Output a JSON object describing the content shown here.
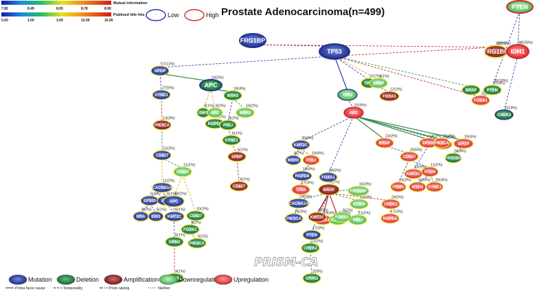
{
  "title": "Prostate Adenocarcinoma(n=499)",
  "watermark": "PRISM-CA",
  "colors": {
    "mutation": "#1c2f8c",
    "deletion": "#1c7a3a",
    "amplification": "#8a1818",
    "downregulation": "#52c95a",
    "upregulation": "#e8242a",
    "border_yellow": "#f0e640",
    "border_blue": "#233296",
    "border_red": "#d42a2a"
  },
  "scales": [
    {
      "title": "Mutual information",
      "ticks": [
        "7.82",
        "8.49",
        "8.65",
        "8.78",
        "8.90"
      ]
    },
    {
      "title": "Publised title hits",
      "ticks": [
        "0.00",
        "1.00",
        "3.00",
        "12.00",
        "16.00"
      ]
    }
  ],
  "level_legend": {
    "low": "Low",
    "high": "High"
  },
  "node_legend": [
    {
      "label": "Mutation",
      "icon": "mutation-oval"
    },
    {
      "label": "Deletion",
      "icon": "deletion-oval"
    },
    {
      "label": "Amplification",
      "icon": "amplification-oval"
    },
    {
      "label": "Downregulation",
      "icon": "downregulation-oval"
    },
    {
      "label": "Upregulation",
      "icon": "upregulation-oval"
    }
  ],
  "line_legend": [
    {
      "label": "Prima facie cause",
      "style": "solid"
    },
    {
      "label": "Temporality",
      "style": "dashed"
    },
    {
      "label": "Prob raising",
      "style": "dashdot"
    },
    {
      "label": "Neither",
      "style": "dotted"
    }
  ],
  "nodes": [
    {
      "id": "frg1bp_top",
      "label": "FRG1BP",
      "type": "mutation",
      "border": "blue"
    },
    {
      "id": "tp53_top",
      "label": "TP53",
      "type": "mutation",
      "border": "blue"
    },
    {
      "id": "pten_top",
      "label": "PTEN",
      "type": "downregulation",
      "border": "red"
    },
    {
      "id": "frg1bp_amp",
      "label": "FRG1BP",
      "type": "amplification",
      "border": "yellow"
    },
    {
      "id": "idh1_up",
      "label": "IDH1",
      "type": "upregulation",
      "border": "red"
    },
    {
      "id": "spop_1",
      "label": "SPOP",
      "type": "mutation",
      "border": "yellow"
    },
    {
      "id": "apc_1",
      "label": "APC",
      "type": "deletion",
      "border": "blue"
    },
    {
      "id": "tp63",
      "label": "TP63",
      "type": "deletion",
      "border": "yellow"
    },
    {
      "id": "spdp",
      "label": "SPDP",
      "type": "downregulation",
      "border": "yellow"
    },
    {
      "id": "foxa1_1",
      "label": "FOXA1",
      "type": "amplification",
      "border": "yellow"
    },
    {
      "id": "braf_1",
      "label": "BRAF",
      "type": "deletion",
      "border": "yellow"
    },
    {
      "id": "pten_2",
      "label": "PTEN",
      "type": "deletion",
      "border": "yellow"
    },
    {
      "id": "foxa1_2",
      "label": "FOXA1",
      "type": "upregulation",
      "border": "yellow"
    },
    {
      "id": "chek2_1",
      "label": "CHEK2",
      "type": "deletion",
      "border": "blue"
    },
    {
      "id": "syne1_1",
      "label": "SYNE1",
      "type": "mutation",
      "border": "yellow"
    },
    {
      "id": "msh3_1",
      "label": "MSH3",
      "type": "deletion",
      "border": "yellow"
    },
    {
      "id": "idh1_del",
      "label": "IDH1",
      "type": "deletion",
      "border": "yellow"
    },
    {
      "id": "apc_down",
      "label": "APC",
      "type": "downregulation",
      "border": "yellow"
    },
    {
      "id": "rgpd8_1",
      "label": "RGPD8",
      "type": "deletion",
      "border": "yellow"
    },
    {
      "id": "msh3_2",
      "label": "MSH3",
      "type": "downregulation",
      "border": "yellow"
    },
    {
      "id": "poli_1",
      "label": "POLI",
      "type": "deletion",
      "border": "yellow"
    },
    {
      "id": "syne1_2",
      "label": "SYNE1",
      "type": "deletion",
      "border": "yellow"
    },
    {
      "id": "spdp_2",
      "label": "SPDP",
      "type": "amplification",
      "border": "yellow"
    },
    {
      "id": "cd827_1",
      "label": "CD827",
      "type": "amplification",
      "border": "yellow"
    },
    {
      "id": "tp53_2",
      "label": "TP53",
      "type": "downregulation",
      "border": "blue"
    },
    {
      "id": "pik3ca_1",
      "label": "PIK3CA",
      "type": "amplification",
      "border": "yellow"
    },
    {
      "id": "cd827_2",
      "label": "CD827",
      "type": "mutation",
      "border": "yellow"
    },
    {
      "id": "cd827_3",
      "label": "CD827",
      "type": "downregulation",
      "border": "yellow"
    },
    {
      "id": "cacna1a_1",
      "label": "CACNA1A",
      "type": "mutation",
      "border": "yellow"
    },
    {
      "id": "ep300_1",
      "label": "EP300",
      "type": "mutation",
      "border": "yellow"
    },
    {
      "id": "poli_2",
      "label": "POLI",
      "type": "mutation",
      "border": "yellow"
    },
    {
      "id": "bra",
      "label": "BRA",
      "type": "mutation",
      "border": "yellow"
    },
    {
      "id": "idh1_mut",
      "label": "IDH1",
      "type": "mutation",
      "border": "yellow"
    },
    {
      "id": "kmt2c_1",
      "label": "KMT2C",
      "type": "mutation",
      "border": "yellow"
    },
    {
      "id": "apc_2",
      "label": "APC",
      "type": "mutation",
      "border": "yellow"
    },
    {
      "id": "cd827_4",
      "label": "CD827",
      "type": "deletion",
      "border": "yellow"
    },
    {
      "id": "foxa1_3",
      "label": "FOXA1",
      "type": "deletion",
      "border": "yellow"
    },
    {
      "id": "grin3",
      "label": "GRN3",
      "type": "deletion",
      "border": "yellow"
    },
    {
      "id": "pik3ca_2",
      "label": "PIK3CA",
      "type": "deletion",
      "border": "yellow"
    },
    {
      "id": "cacna1a_2",
      "label": "CACNA1A",
      "type": "deletion",
      "border": "yellow"
    },
    {
      "id": "apc_up",
      "label": "APC",
      "type": "upregulation",
      "border": "red"
    },
    {
      "id": "kmt2c_2",
      "label": "KMT2C",
      "type": "mutation",
      "border": "yellow"
    },
    {
      "id": "msh3_3",
      "label": "MSH3",
      "type": "mutation",
      "border": "yellow"
    },
    {
      "id": "poli_3",
      "label": "POLI",
      "type": "upregulation",
      "border": "yellow"
    },
    {
      "id": "rgpd8_2",
      "label": "RGPD8",
      "type": "mutation",
      "border": "yellow"
    },
    {
      "id": "tp53_3",
      "label": "TP53",
      "type": "upregulation",
      "border": "yellow"
    },
    {
      "id": "foxa1_4",
      "label": "FOXA1",
      "type": "mutation",
      "border": "yellow"
    },
    {
      "id": "braf_up",
      "label": "BRAF",
      "type": "upregulation",
      "border": "yellow"
    },
    {
      "id": "grin2",
      "label": "GRIN2",
      "type": "upregulation",
      "border": "yellow"
    },
    {
      "id": "braf_amp",
      "label": "BRAF",
      "type": "amplification",
      "border": "yellow"
    },
    {
      "id": "frg1bp_2",
      "label": "FRG1BP",
      "type": "downregulation",
      "border": "yellow"
    },
    {
      "id": "cacna1a_3",
      "label": "CACNA1A",
      "type": "mutation",
      "border": "yellow"
    },
    {
      "id": "pik3ca_3",
      "label": "PIK3CA",
      "type": "mutation",
      "border": "yellow"
    },
    {
      "id": "cacna1a_4",
      "label": "CACNA1A",
      "type": "upregulation",
      "border": "yellow"
    },
    {
      "id": "kmt2c_3",
      "label": "KMT2C",
      "type": "downregulation",
      "border": "yellow"
    },
    {
      "id": "ep300_2",
      "label": "EP300",
      "type": "downregulation",
      "border": "yellow"
    },
    {
      "id": "poli_4",
      "label": "POLI",
      "type": "downregulation",
      "border": "yellow"
    },
    {
      "id": "chek2_2",
      "label": "CHEK2",
      "type": "upregulation",
      "border": "yellow"
    },
    {
      "id": "rgpd8_3",
      "label": "RGPD8",
      "type": "upregulation",
      "border": "yellow"
    },
    {
      "id": "pten_3",
      "label": "PTEN",
      "type": "mutation",
      "border": "yellow"
    },
    {
      "id": "chek2_3",
      "label": "CHEK2",
      "type": "deletion",
      "border": "yellow"
    },
    {
      "id": "kmt2c_4",
      "label": "KMT2C",
      "type": "amplification",
      "border": "yellow"
    },
    {
      "id": "foxa1_5",
      "label": "FOXA1",
      "type": "downregulation",
      "border": "yellow"
    },
    {
      "id": "grin3_2",
      "label": "GRIN3",
      "type": "deletion",
      "border": "yellow"
    },
    {
      "id": "cd827_5",
      "label": "CD827",
      "type": "upregulation",
      "border": "yellow"
    },
    {
      "id": "ep300_3",
      "label": "EP300",
      "type": "upregulation",
      "border": "yellow"
    },
    {
      "id": "pik3ca_4",
      "label": "PIK3CA",
      "type": "upregulation",
      "border": "yellow"
    },
    {
      "id": "kmt2c_5",
      "label": "KMT2C",
      "type": "upregulation",
      "border": "yellow"
    },
    {
      "id": "pten_4",
      "label": "PTEN",
      "type": "upregulation",
      "border": "yellow"
    },
    {
      "id": "frg1bp_3",
      "label": "FRG1BP",
      "type": "deletion",
      "border": "yellow"
    },
    {
      "id": "spop_2",
      "label": "SPOP",
      "type": "upregulation",
      "border": "yellow"
    },
    {
      "id": "frmd",
      "label": "FRMD",
      "type": "upregulation",
      "border": "yellow"
    },
    {
      "id": "msh3_4",
      "label": "MSH3",
      "type": "upregulation",
      "border": "yellow"
    },
    {
      "id": "syne1_3",
      "label": "SYNE1",
      "type": "upregulation",
      "border": "yellow"
    }
  ],
  "edges": [
    {
      "from": "tp53_top",
      "to": "spop_1",
      "label": "57(11%)",
      "style": "dashed",
      "color": "#3845a8"
    },
    {
      "from": "frg1bp_top",
      "to": "tp53_top",
      "label": "",
      "style": "dashed",
      "color": "#3845a8"
    },
    {
      "from": "frg1bp_top",
      "to": "frg1bp_amp",
      "label": "2(0%)",
      "style": "dashed",
      "color": "#c0302a"
    },
    {
      "from": "tp53_top",
      "to": "frg1bp_amp",
      "label": "61(12%)",
      "style": "dashed",
      "color": "#c0302a"
    },
    {
      "from": "pten_top",
      "to": "idh1_up",
      "label": "98(20%)",
      "style": "dashed",
      "color": "#3845a8"
    },
    {
      "from": "pten_top",
      "to": "pten_2",
      "label": "22(4%)",
      "style": "dashed",
      "color": "#3845a8"
    },
    {
      "from": "idh1_up",
      "to": "chek2_1",
      "label": "21(4%)",
      "style": "dashed",
      "color": "#3845a8"
    },
    {
      "from": "tp53_top",
      "to": "braf_1",
      "label": "",
      "style": "dashed",
      "color": "#3a8f4a"
    },
    {
      "from": "tp53_top",
      "to": "foxa1_2",
      "label": "",
      "style": "dashed",
      "color": "#c0302a"
    },
    {
      "from": "pten_2",
      "to": "foxa1_2",
      "label": "2(0%)",
      "style": "dashed",
      "color": "#3845a8"
    },
    {
      "from": "pten_2",
      "to": "pten_2",
      "label": "35(10%)",
      "style": "dashed",
      "color": "#3845a8"
    },
    {
      "from": "tp53_top",
      "to": "tp63",
      "label": "37(7%)",
      "style": "dashed",
      "color": "#3845a8"
    },
    {
      "from": "tp53_top",
      "to": "spdp",
      "label": "7(1%)",
      "style": "dashed",
      "color": "#e0a020"
    },
    {
      "from": "spdp",
      "to": "foxa1_1",
      "label": "12(2%)",
      "style": "dashed",
      "color": "#3845a8"
    },
    {
      "from": "tp53_top",
      "to": "tp53_2",
      "label": "",
      "style": "solid",
      "color": "#3845a8"
    },
    {
      "from": "spop_1",
      "to": "apc_1",
      "label": "23(5%)",
      "style": "solid",
      "color": "#3a8f4a"
    },
    {
      "from": "apc_1",
      "to": "msh3_1",
      "label": "18(4%)",
      "style": "solid",
      "color": "#3a8f4a"
    },
    {
      "from": "apc_1",
      "to": "idh1_del",
      "label": "3(1%)",
      "style": "dashed",
      "color": "#e0a020"
    },
    {
      "from": "apc_1",
      "to": "apc_down",
      "label": "9(2%)",
      "style": "dashed",
      "color": "#e0a020"
    },
    {
      "from": "apc_down",
      "to": "rgpd8_1",
      "label": "5(1%)",
      "style": "dashed",
      "color": "#3a8f4a"
    },
    {
      "from": "msh3_1",
      "to": "msh3_2",
      "label": "10(2%)",
      "style": "dashed",
      "color": "#3a8f4a"
    },
    {
      "from": "msh3_1",
      "to": "poli_1",
      "label": "8(2%)",
      "style": "dashed",
      "color": "#3845a8"
    },
    {
      "from": "poli_1",
      "to": "syne1_2",
      "label": "6(1%)",
      "style": "dashed",
      "color": "#3845a8"
    },
    {
      "from": "syne1_2",
      "to": "spdp_2",
      "label": "5(1%)",
      "style": "dashed",
      "color": "#c0302a"
    },
    {
      "from": "spdp_2",
      "to": "cd827_1",
      "label": "4(1%)",
      "style": "dashed",
      "color": "#c0302a"
    },
    {
      "from": "spop_1",
      "to": "syne1_1",
      "label": "27(5%)",
      "style": "dashed",
      "color": "#3845a8"
    },
    {
      "from": "syne1_1",
      "to": "pik3ca_1",
      "label": "13(3%)",
      "style": "dashed",
      "color": "#c0302a"
    },
    {
      "from": "pik3ca_1",
      "to": "cd827_2",
      "label": "12(2%)",
      "style": "dashed",
      "color": "#3a8f4a"
    },
    {
      "from": "cd827_2",
      "to": "cd827_3",
      "label": "11(2%)",
      "style": "dashed",
      "color": "#3a8f4a"
    },
    {
      "from": "cd827_2",
      "to": "cacna1a_1",
      "label": "11(2%)",
      "style": "dashed",
      "color": "#e0a020"
    },
    {
      "from": "cacna1a_1",
      "to": "ep300_1",
      "label": "5(1%)",
      "style": "dashed",
      "color": "#3845a8"
    },
    {
      "from": "cacna1a_1",
      "to": "poli_2",
      "label": "6(1%)",
      "style": "dashed",
      "color": "#3845a8"
    },
    {
      "from": "ep300_1",
      "to": "bra",
      "label": "8(2%)",
      "style": "dashed",
      "color": "#3845a8"
    },
    {
      "from": "ep300_1",
      "to": "idh1_mut",
      "label": "5(1%)",
      "style": "dashed",
      "color": "#3845a8"
    },
    {
      "from": "poli_2",
      "to": "kmt2c_1",
      "label": "6(1%)",
      "style": "dashed",
      "color": "#3845a8"
    },
    {
      "from": "cd827_3",
      "to": "apc_2",
      "label": "10(2%)",
      "style": "dashed",
      "color": "#e0a020"
    },
    {
      "from": "cd827_3",
      "to": "cd827_4",
      "label": "10(2%)",
      "style": "dashed",
      "color": "#e0a020"
    },
    {
      "from": "cd827_4",
      "to": "foxa1_3",
      "label": "9(2%)",
      "style": "dashed",
      "color": "#3a8f4a"
    },
    {
      "from": "foxa1_3",
      "to": "pik3ca_2",
      "label": "5(1%)",
      "style": "dashed",
      "color": "#3a8f4a"
    },
    {
      "from": "apc_2",
      "to": "grin3",
      "label": "6(1%)",
      "style": "dashed",
      "color": "#3845a8"
    },
    {
      "from": "grin3",
      "to": "cacna1a_2",
      "label": "4(1%)",
      "style": "dashed",
      "color": "#c0302a"
    },
    {
      "from": "tp53_2",
      "to": "apc_up",
      "label": "31(6%)",
      "style": "dashed",
      "color": "#3845a8"
    },
    {
      "from": "apc_up",
      "to": "kmt2c_2",
      "label": "30(6%)",
      "style": "dashed",
      "color": "#3845a8"
    },
    {
      "from": "kmt2c_2",
      "to": "msh3_3",
      "label": "8(2%)",
      "style": "dashed",
      "color": "#3845a8"
    },
    {
      "from": "kmt2c_2",
      "to": "poli_3",
      "label": "19(4%)",
      "style": "dashed",
      "color": "#c0302a"
    },
    {
      "from": "poli_3",
      "to": "rgpd8_2",
      "label": "18(4%)",
      "style": "dashed",
      "color": "#3845a8"
    },
    {
      "from": "rgpd8_2",
      "to": "tp53_3",
      "label": "17(3%)",
      "style": "dashed",
      "color": "#c0302a"
    },
    {
      "from": "apc_up",
      "to": "foxa1_4",
      "label": "28(6%)",
      "style": "dashed",
      "color": "#3845a8"
    },
    {
      "from": "apc_up",
      "to": "braf_up",
      "label": "13(2%)",
      "style": "solid",
      "color": "#3a8f4a"
    },
    {
      "from": "apc_up",
      "to": "grin2",
      "label": "26(5%)",
      "style": "dashed",
      "color": "#3845a8"
    },
    {
      "from": "apc_up",
      "to": "ep300_3",
      "label": "14(3%)",
      "style": "solid",
      "color": "#3a8f4a"
    },
    {
      "from": "apc_up",
      "to": "pik3ca_4",
      "label": "18(4%)",
      "style": "solid",
      "color": "#3a8f4a"
    },
    {
      "from": "apc_up",
      "to": "spop_2",
      "label": "19(4%)",
      "style": "solid",
      "color": "#3a8f4a"
    },
    {
      "from": "braf_up",
      "to": "cd827_5",
      "label": "25(5%)",
      "style": "dashed",
      "color": "#3845a8"
    },
    {
      "from": "ep300_3",
      "to": "kmt2c_5",
      "label": "23(5%)",
      "style": "dashed",
      "color": "#3845a8"
    },
    {
      "from": "spop_2",
      "to": "frg1bp_3",
      "label": "20(4%)",
      "style": "dashed",
      "color": "#3845a8"
    },
    {
      "from": "cd827_5",
      "to": "pten_4",
      "label": "11(2%)",
      "style": "dashed",
      "color": "#3845a8"
    },
    {
      "from": "pten_4",
      "to": "msh3_4",
      "label": "18(3%)",
      "style": "dashed",
      "color": "#3845a8"
    },
    {
      "from": "pten_4",
      "to": "syne1_3",
      "label": "20(4%)",
      "style": "dashed",
      "color": "#3845a8"
    },
    {
      "from": "cd827_5",
      "to": "frmd",
      "label": "14(3%)",
      "style": "dashed",
      "color": "#3845a8"
    },
    {
      "from": "foxa1_4",
      "to": "braf_amp",
      "label": "6(1%)",
      "style": "dashed",
      "color": "#3845a8"
    },
    {
      "from": "braf_amp",
      "to": "frg1bp_2",
      "label": "16(3%)",
      "style": "dashed",
      "color": "#3a8f4a"
    },
    {
      "from": "braf_amp",
      "to": "cacna1a_3",
      "label": "24(5%)",
      "style": "dashed",
      "color": "#3845a8"
    },
    {
      "from": "cacna1a_3",
      "to": "pik3ca_3",
      "label": "14(3%)",
      "style": "dashed",
      "color": "#3845a8"
    },
    {
      "from": "braf_amp",
      "to": "cacna1a_4",
      "label": "19(4%)",
      "style": "solid",
      "color": "#c0302a"
    },
    {
      "from": "braf_amp",
      "to": "kmt2c_3",
      "label": "12(2%)",
      "style": "solid",
      "color": "#c0302a"
    },
    {
      "from": "braf_amp",
      "to": "ep300_2",
      "label": "11(2%)",
      "style": "dashed",
      "color": "#3a8f4a"
    },
    {
      "from": "braf_amp",
      "to": "chek2_2",
      "label": "24(5%)",
      "style": "dashed",
      "color": "#c0302a"
    },
    {
      "from": "chek2_2",
      "to": "rgpd8_3",
      "label": "17(3%)",
      "style": "dashed",
      "color": "#c0302a"
    },
    {
      "from": "ep300_2",
      "to": "poli_4",
      "label": "11(2%)",
      "style": "dashed",
      "color": "#3a8f4a"
    },
    {
      "from": "braf_amp",
      "to": "pten_3",
      "label": "17(3%)",
      "style": "dashed",
      "color": "#3845a8"
    },
    {
      "from": "pten_3",
      "to": "chek2_3",
      "label": "11(2%)",
      "style": "dashed",
      "color": "#3845a8"
    },
    {
      "from": "chek2_3",
      "to": "grin3_2",
      "label": "2(0%)",
      "style": "dashed",
      "color": "#c0302a"
    },
    {
      "from": "braf_amp",
      "to": "kmt2c_4",
      "label": "2(0%)",
      "style": "solid",
      "color": "#8a1818"
    },
    {
      "from": "kmt2c_3",
      "to": "foxa1_5",
      "label": "6(1%)",
      "style": "dashed",
      "color": "#3a8f4a"
    }
  ]
}
